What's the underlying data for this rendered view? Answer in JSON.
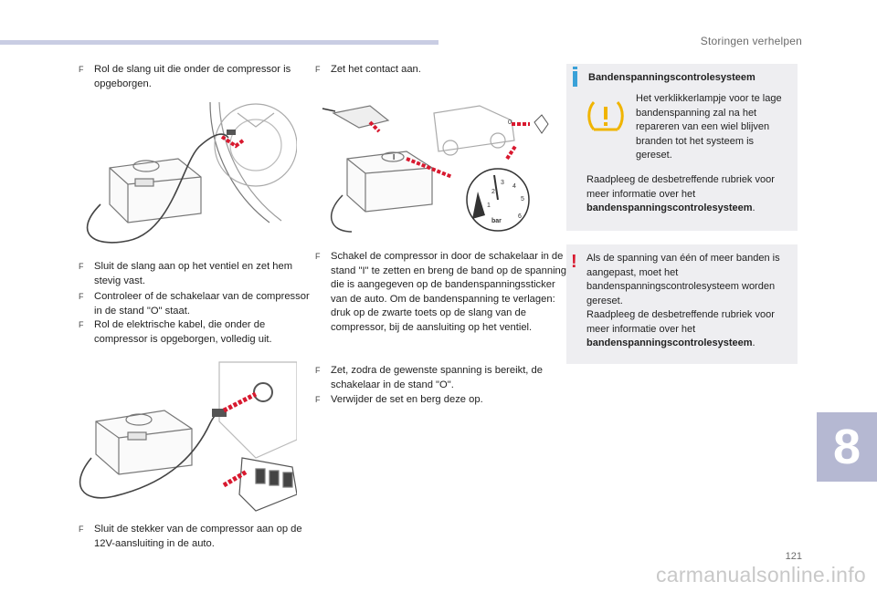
{
  "header": {
    "title": "Storingen verhelpen"
  },
  "chapter": {
    "number": "8"
  },
  "footer": {
    "page_number": "121",
    "watermark": "carmanualsonline.info"
  },
  "bullet_symbol": "F",
  "left_column": {
    "steps": [
      "Rol de slang uit die onder de compressor is opgeborgen.",
      "Sluit de slang aan op het ventiel en zet hem stevig vast.",
      "Controleer of de schakelaar van de compressor in de stand \"O\" staat.",
      "Rol de elektrische kabel, die onder de compressor is opgeborgen, volledig uit.",
      "Sluit de stekker van de compressor aan op de 12V-aansluiting in de auto."
    ]
  },
  "middle_column": {
    "steps": [
      "Zet het contact aan.",
      "Schakel de compressor in door de schakelaar in de stand \"I\" te zetten en breng de band op de spanning die is aangegeven op de bandenspanningssticker van de auto. Om de bandenspanning te verlagen: druk op de zwarte toets op de slang van de compressor, bij de aansluiting op het ventiel.",
      "Zet, zodra de gewenste spanning is bereikt, de schakelaar in de stand \"O\".",
      "Verwijder de set en berg deze op."
    ],
    "gauge": {
      "unit": "bar",
      "ticks": [
        "1",
        "2",
        "3",
        "4",
        "5",
        "6"
      ],
      "switch_off_label": "0",
      "switch_on_label": "I"
    }
  },
  "info_box": {
    "title": "Bandenspanningscontrolesysteem",
    "description": "Het verklikkerlampje voor te lage bandenspanning zal na het repareren van een wiel blijven branden tot het systeem is gereset.",
    "note_prefix": "Raadpleeg de desbetreffende rubriek voor meer informatie over het",
    "note_link": "bandenspanningscontrolesysteem",
    "note_suffix": "."
  },
  "warning_box": {
    "text_main": "Als de spanning van één of meer banden is aangepast, moet het bandenspanningscontrolesysteem worden gereset.",
    "note_prefix": "Raadpleeg de desbetreffende rubriek voor meer informatie over het",
    "note_link": "bandenspanningscontrolesysteem",
    "note_suffix": "."
  },
  "colors": {
    "accent_bar": "#c9cde3",
    "chapter_tab": "#b5b8d2",
    "info_icon": "#3aa1d8",
    "warning_icon": "#d8192f",
    "tpms_lamp": "#f0b400",
    "arrow_red": "#d8192f",
    "box_bg": "#eeeef1"
  }
}
